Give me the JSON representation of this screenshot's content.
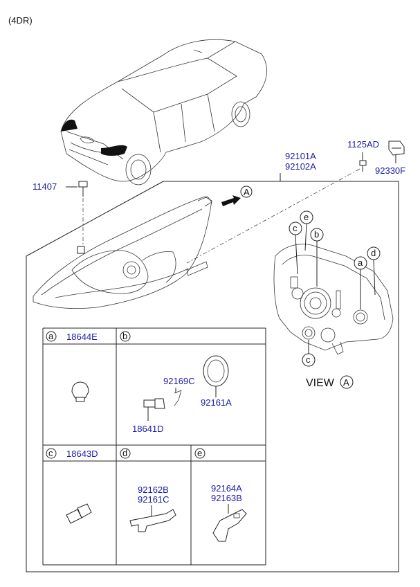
{
  "header": {
    "variant": "(4DR)"
  },
  "parts": {
    "headlamp_assy": [
      "92101A",
      "92102A"
    ],
    "screw": "11407",
    "bolt": "1125AD",
    "bracket": "92330F"
  },
  "view": {
    "label": "VIEW",
    "letter": "A"
  },
  "callouts": {
    "a": "a",
    "b": "b",
    "c": "c",
    "d": "d",
    "e": "e"
  },
  "table": {
    "a": {
      "key": "a",
      "part": "18644E"
    },
    "b": {
      "key": "b",
      "parts": [
        "92169C",
        "92161A",
        "18641D"
      ]
    },
    "c": {
      "key": "c",
      "part": "18643D"
    },
    "d": {
      "key": "d",
      "parts": [
        "92162B",
        "92161C"
      ]
    },
    "e": {
      "key": "e",
      "parts": [
        "92164A",
        "92163B"
      ]
    }
  }
}
